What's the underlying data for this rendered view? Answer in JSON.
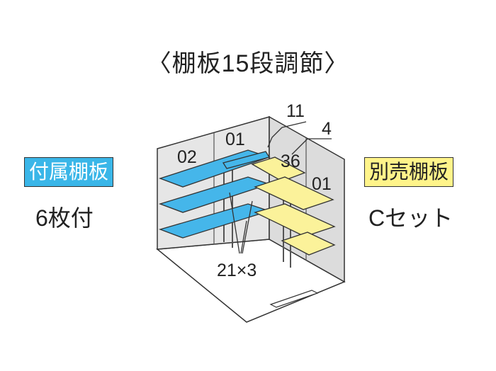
{
  "title": "〈棚板15段調節〉",
  "included": {
    "badge": "付属棚板",
    "count": "6枚付"
  },
  "separate": {
    "badge": "別売棚板",
    "set": "Cセット"
  },
  "labels": {
    "l02": "02",
    "l01a": "01",
    "l11": "11",
    "l4": "4",
    "l36": "36",
    "l01b": "01",
    "l21x3": "21×3"
  },
  "colors": {
    "included_shelf": "#45b6ea",
    "separate_shelf": "#fbf29a",
    "wall": "#e8e8e8"
  }
}
